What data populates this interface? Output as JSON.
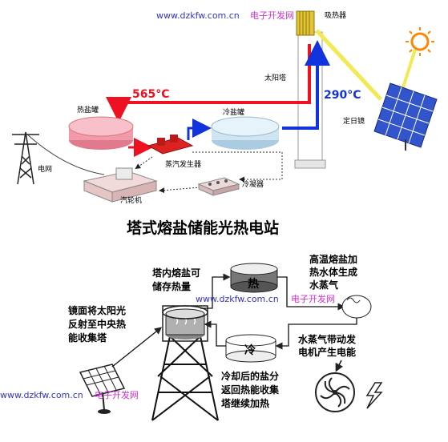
{
  "watermark": {
    "url": "www.dzkfw.com.cn",
    "name": "电子开发网"
  },
  "top": {
    "absorber": "吸热器",
    "tower": "太阳塔",
    "heliostat": "定日镜",
    "hot_tank": "热盐罐",
    "cold_tank": "冷盐罐",
    "steam_gen": "蒸汽发生器",
    "grid": "电网",
    "turbine": "汽轮机",
    "condenser": "冷凝器",
    "temp_hot": "565°C",
    "temp_cold": "290°C"
  },
  "title": "塔式熔盐储能光热电站",
  "bottom": {
    "store_line1": "塔内熔盐可",
    "store_line2": "储存热量",
    "mirror_line1": "镜面将太阳光",
    "mirror_line2": "反射至中央热",
    "mirror_line3": "能收集塔",
    "hot_char": "热",
    "cold_char": "冷",
    "steam_line1": "高温熔盐加",
    "steam_line2": "热水体生成",
    "steam_line3": "水蒸气",
    "gen_line1": "水蒸气带动发",
    "gen_line2": "电机产生电能",
    "return_line1": "冷却后的盐分",
    "return_line2": "返回热能收集",
    "return_line3": "塔继续加热"
  },
  "colors": {
    "hot": "#ee1122",
    "cold": "#1133dd",
    "sun": "#ff8800",
    "panel": "#3355cc",
    "tank_hot": "#f19aaa",
    "tank_cold": "#cfe6f2"
  }
}
